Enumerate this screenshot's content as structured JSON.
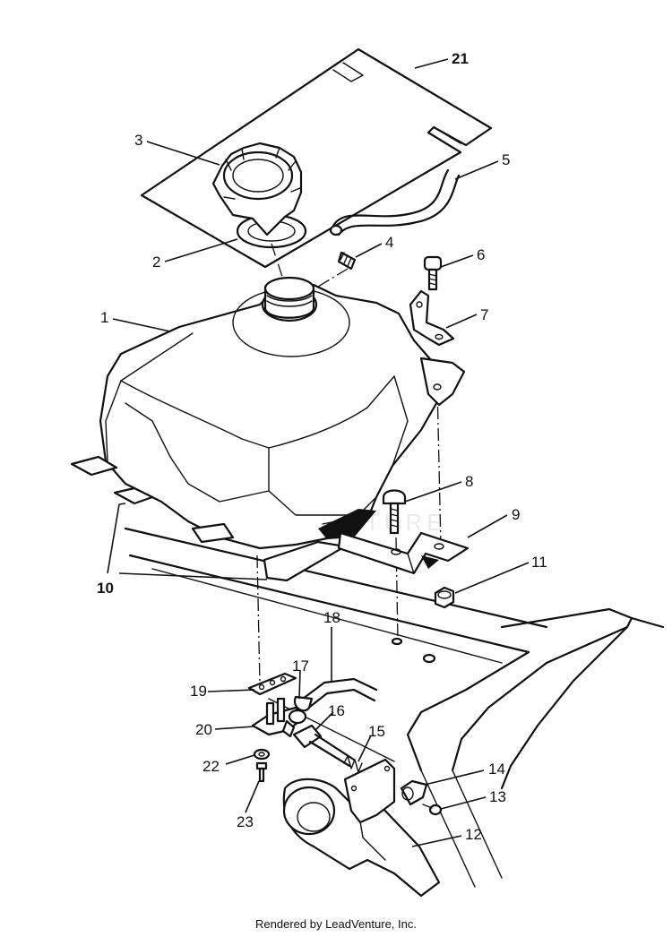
{
  "callouts": {
    "c1": "1",
    "c2": "2",
    "c3": "3",
    "c4": "4",
    "c5": "5",
    "c6": "6",
    "c7": "7",
    "c8": "8",
    "c9": "9",
    "c10": "10",
    "c11": "11",
    "c12": "12",
    "c13": "13",
    "c14": "14",
    "c15": "15",
    "c16": "16",
    "c17": "17",
    "c18": "18",
    "c19": "19",
    "c20": "20",
    "c21": "21",
    "c22": "22",
    "c23": "23"
  },
  "watermark": "LEADVENTURE",
  "footer": "Rendered by LeadVenture, Inc."
}
